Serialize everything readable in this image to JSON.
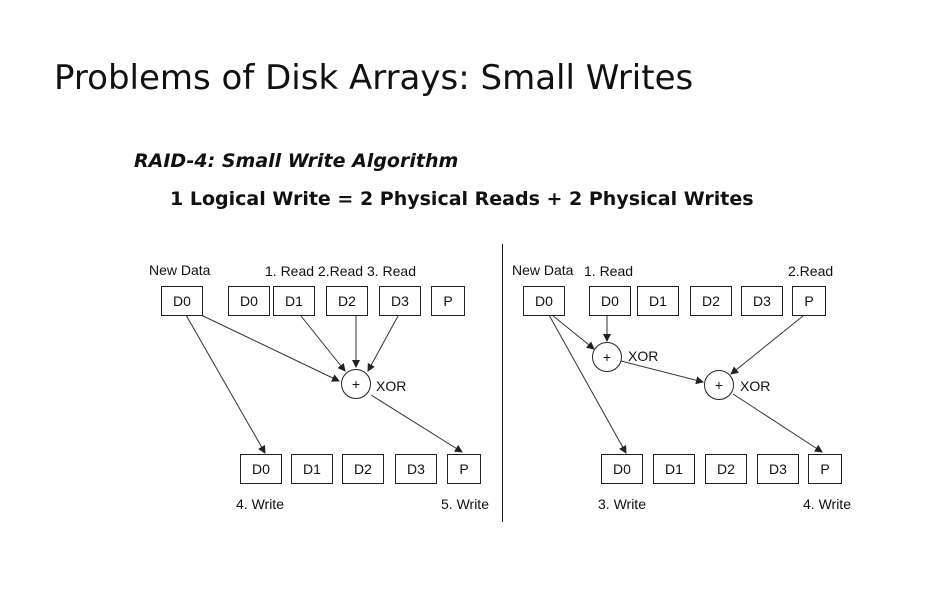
{
  "title": "Problems of Disk Arrays: Small Writes",
  "subtitle": "RAID-4: Small Write Algorithm",
  "equation": "1 Logical Write = 2 Physical Reads + 2  Physical Writes",
  "left": {
    "new_data_label": "New Data",
    "reads_label": "1. Read 2.Read 3. Read",
    "new_block": "D0",
    "top_disks": [
      "D0",
      "D1",
      "D2",
      "D3",
      "P"
    ],
    "bottom_disks": [
      "D0",
      "D1",
      "D2",
      "D3",
      "P"
    ],
    "xor_symbol": "+",
    "xor_label": "XOR",
    "write_left": "4. Write",
    "write_right": "5. Write"
  },
  "right": {
    "new_data_label": "New Data",
    "read1_label": "1. Read",
    "read2_label": "2.Read",
    "new_block": "D0",
    "top_disks": [
      "D0",
      "D1",
      "D2",
      "D3",
      "P"
    ],
    "bottom_disks": [
      "D0",
      "D1",
      "D2",
      "D3",
      "P"
    ],
    "xor1_symbol": "+",
    "xor1_label": "XOR",
    "xor2_symbol": "+",
    "xor2_label": "XOR",
    "write_left": "3. Write",
    "write_right": "4. Write"
  }
}
